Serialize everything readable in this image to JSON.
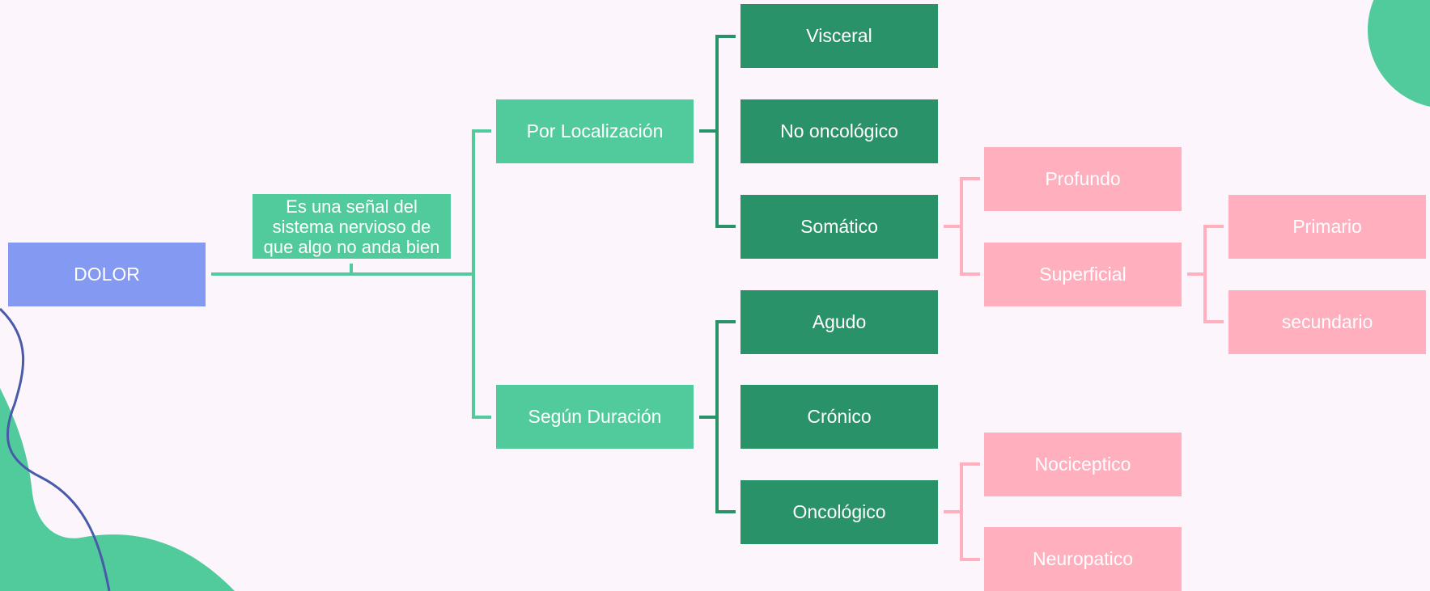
{
  "colors": {
    "background": "#fcf5fc",
    "root": "#8399f2",
    "level1": "#51cb9c",
    "level2": "#299269",
    "level3": "#ffafbd",
    "curve": "#4a5aab"
  },
  "root": {
    "label": "DOLOR"
  },
  "definition": "Es una señal del sistema nervioso de que algo no anda bien",
  "categories": [
    {
      "label": "Por Localización",
      "children": [
        {
          "label": "Visceral"
        },
        {
          "label": "No oncológico"
        },
        {
          "label": "Somático",
          "children": [
            {
              "label": "Profundo"
            },
            {
              "label": "Superficial",
              "children": [
                {
                  "label": "Primario"
                },
                {
                  "label": "secundario"
                }
              ]
            }
          ]
        }
      ]
    },
    {
      "label": "Según Duración",
      "children": [
        {
          "label": "Agudo"
        },
        {
          "label": "Crónico"
        },
        {
          "label": "Oncológico",
          "children": [
            {
              "label": "Nociceptico"
            },
            {
              "label": "Neuropatico"
            }
          ]
        }
      ]
    }
  ]
}
